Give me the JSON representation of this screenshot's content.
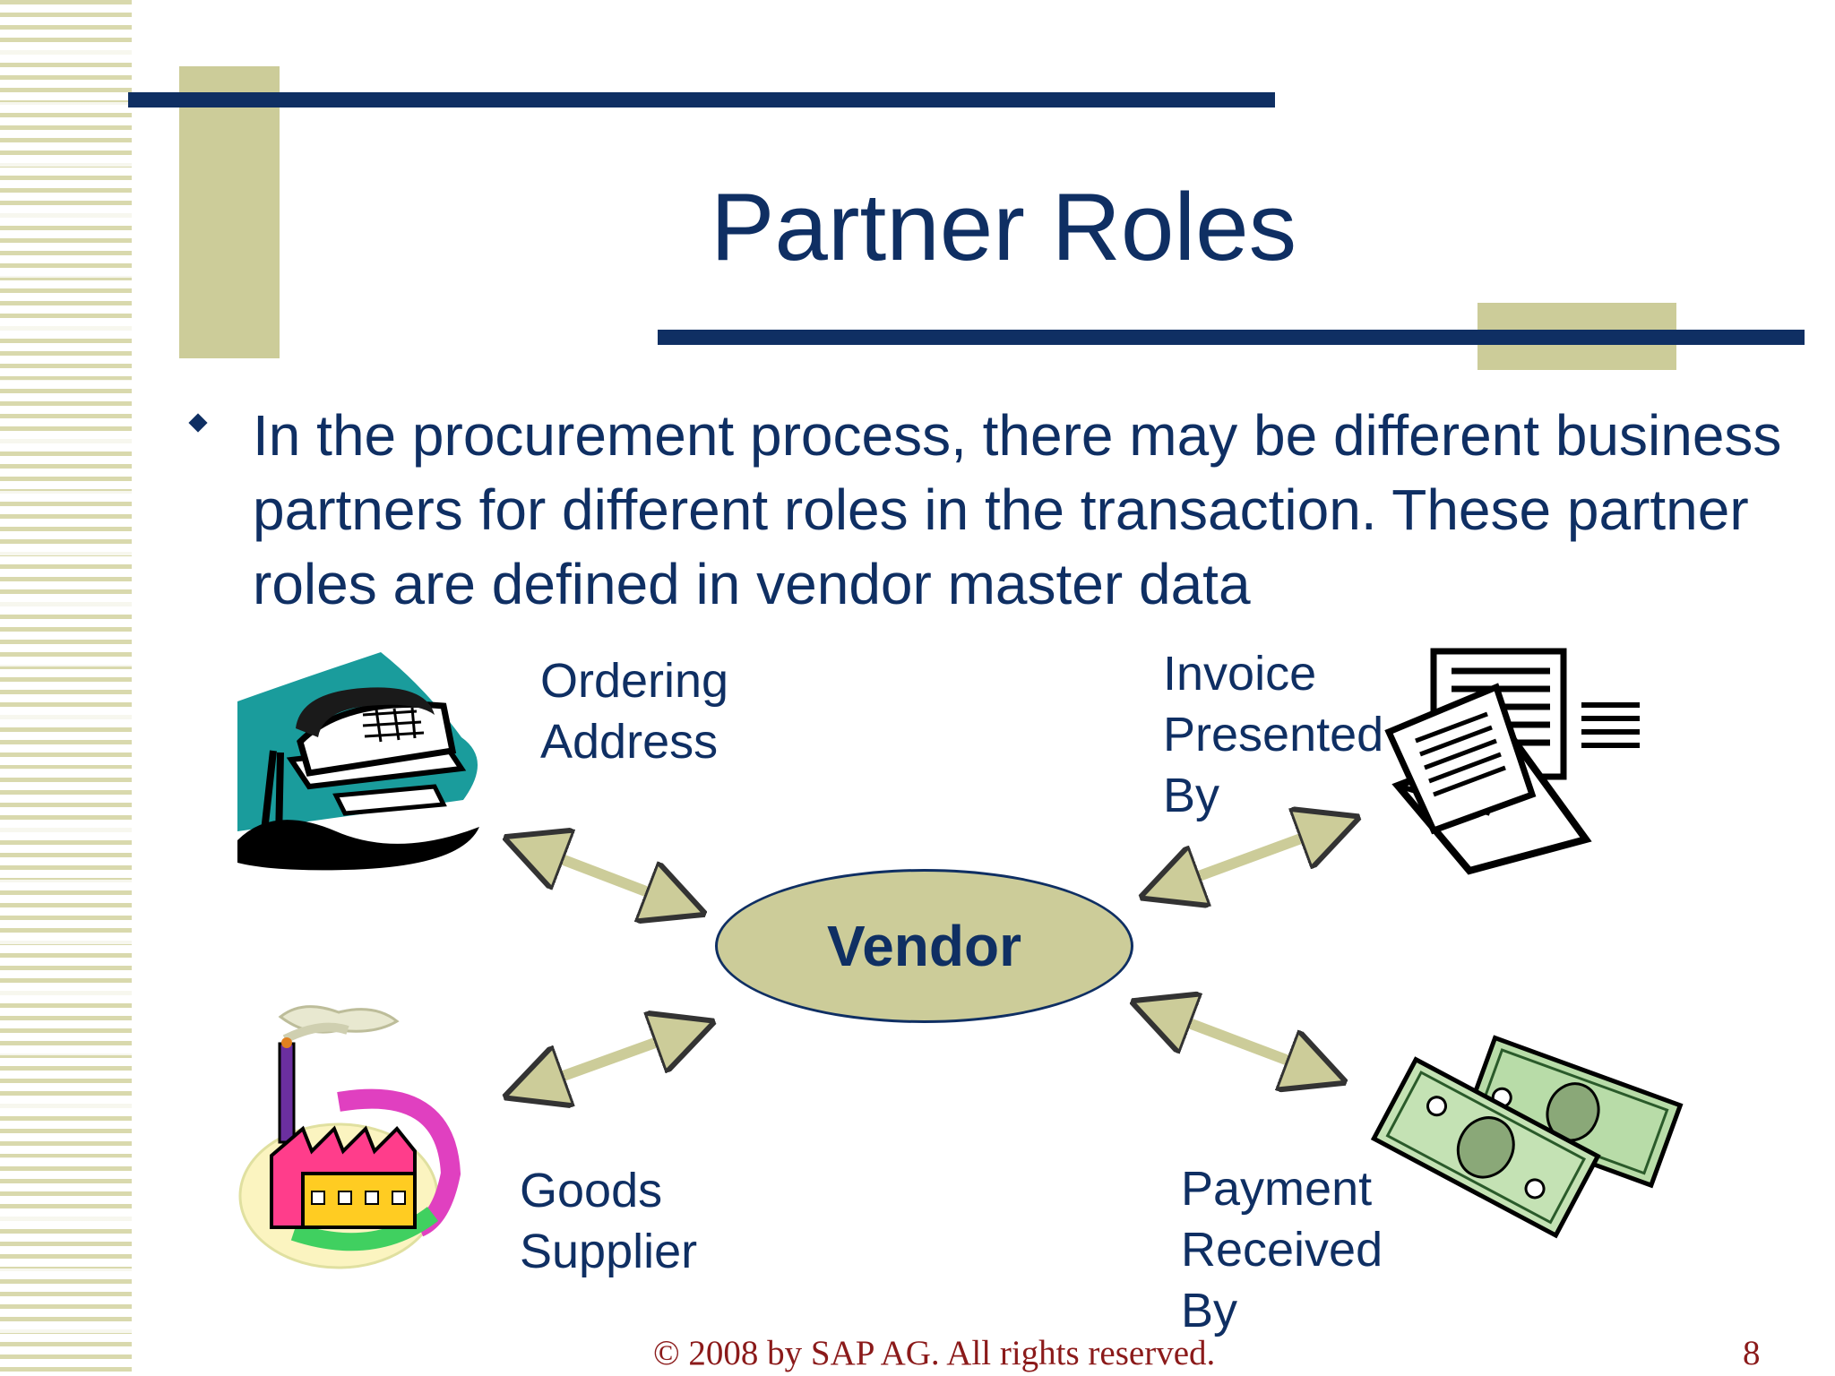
{
  "slide": {
    "title": "Partner Roles",
    "bullet_text": "In the procurement process, there may be different business partners for different roles in the transaction. These partner roles are defined in vendor master data",
    "footer": "© 2008 by SAP AG. All rights reserved.",
    "page_number": "8"
  },
  "diagram": {
    "center": "Vendor",
    "roles": [
      {
        "line1": "Ordering",
        "line2": "Address",
        "line3": "",
        "icon": "telephone-icon"
      },
      {
        "line1": "Invoice",
        "line2": "Presented",
        "line3": "By",
        "icon": "invoice-envelope-icon"
      },
      {
        "line1": "Goods",
        "line2": "Supplier",
        "line3": "",
        "icon": "factory-icon"
      },
      {
        "line1": "Payment",
        "line2": "Received",
        "line3": "By",
        "icon": "money-icon"
      }
    ]
  },
  "colors": {
    "navy": "#0f2f63",
    "khaki": "#cccc99",
    "footer": "#8b1a1a"
  }
}
